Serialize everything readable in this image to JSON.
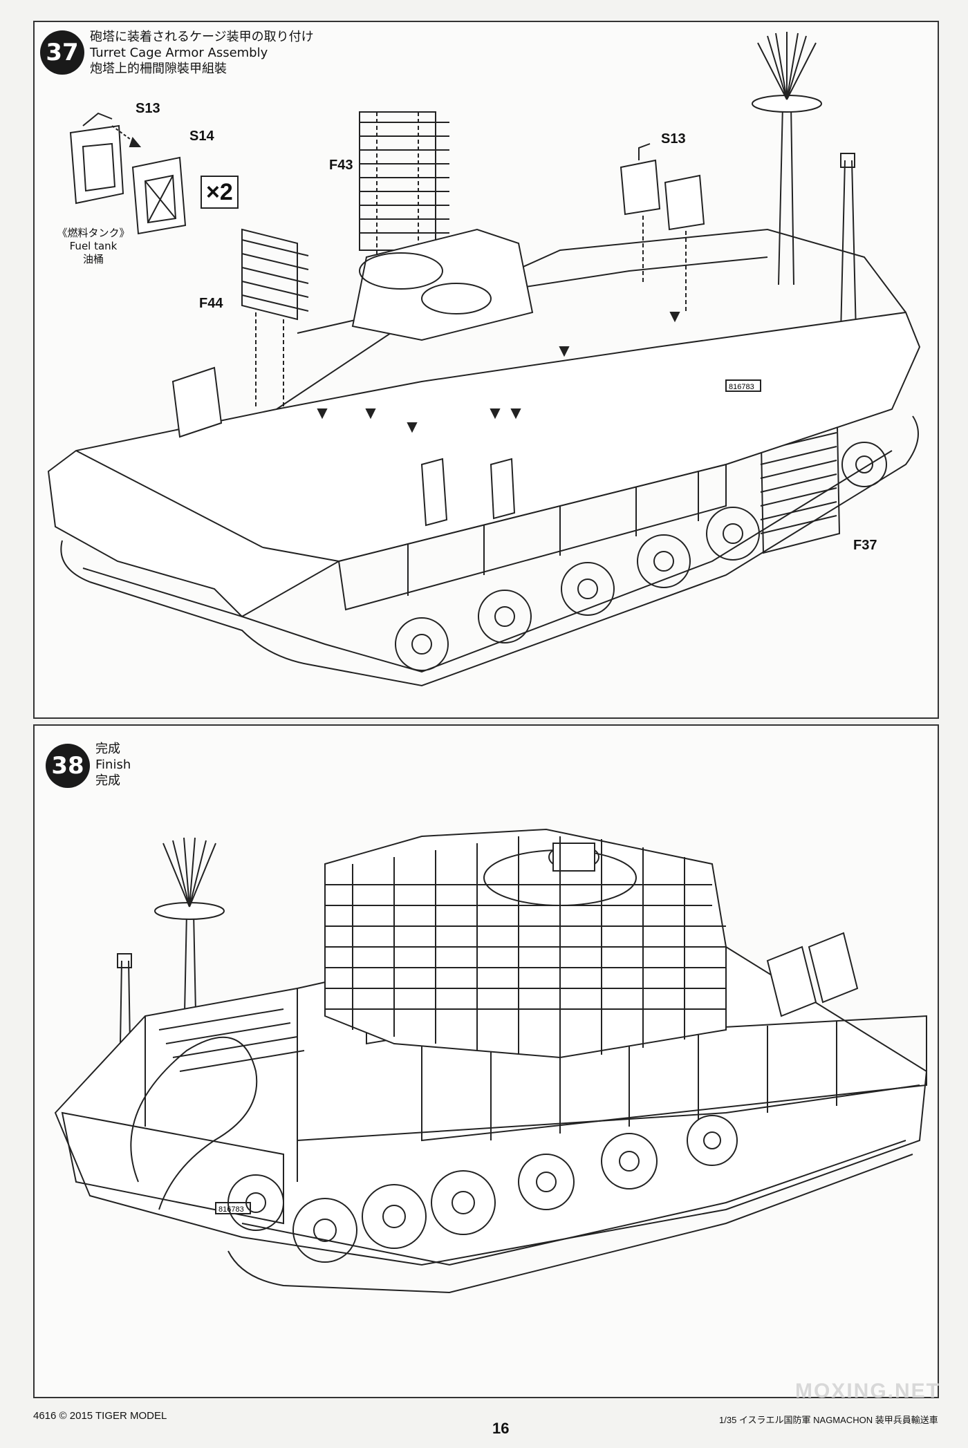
{
  "step37": {
    "number": "37",
    "title_ja": "砲塔に装着されるケージ装甲の取り付け",
    "title_en": "Turret Cage Armor Assembly",
    "title_zh": "炮塔上的柵間隙裝甲組裝",
    "parts": {
      "s13_a": "S13",
      "s14": "S14",
      "s13_b": "S13",
      "f43": "F43",
      "f44": "F44",
      "f37": "F37"
    },
    "multiplier": "×2",
    "fuel_tank_ja": "《燃料タンク》",
    "fuel_tank_en": "Fuel tank",
    "fuel_tank_zh": "油桶",
    "hull_number": "816783"
  },
  "step38": {
    "number": "38",
    "title_ja": "完成",
    "title_en": "Finish",
    "title_zh": "完成",
    "hull_number": "816783"
  },
  "footer": {
    "left": "4616 © 2015 TIGER MODEL",
    "page_number": "16",
    "right": "1/35 イスラエル国防軍 NAGMACHON 装甲兵員輸送車",
    "watermark": "MOXING.NET"
  },
  "icons": [
    "fuel-can-icon",
    "arrow-down-icon"
  ]
}
